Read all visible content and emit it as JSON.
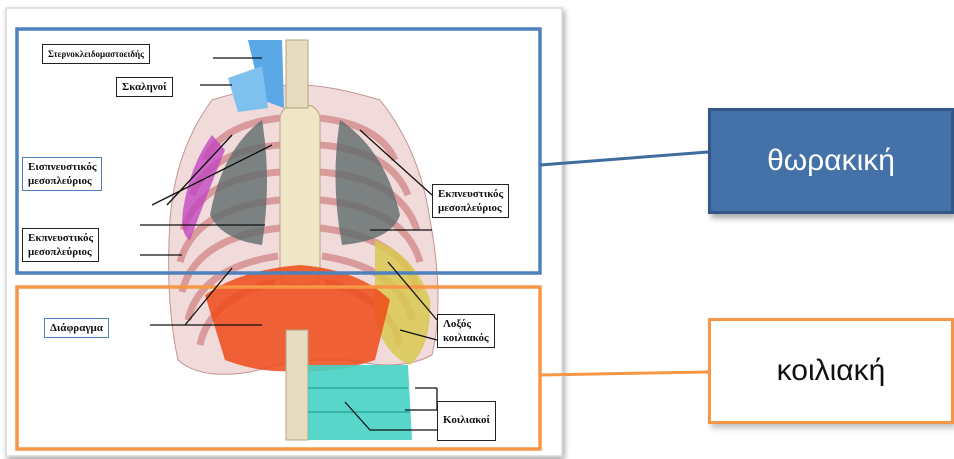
{
  "labels": {
    "sternocleidomastoid": "Στερνοκλειδομαστοειδής",
    "scalenes": "Σκαληνοί",
    "inspiratory_intercostal_line1": "Εισπνευστικός",
    "inspiratory_intercostal_line2": "μεσοπλεύριος",
    "expiratory_intercostal_left_line1": "Εκπνευστικός",
    "expiratory_intercostal_left_line2": "μεσοπλεύριος",
    "expiratory_intercostal_right_line1": "Εκπνευστικός",
    "expiratory_intercostal_right_line2": "μεσοπλεύριος",
    "diaphragm": "Διάφραγμα",
    "oblique_line1": "Λοξός",
    "oblique_line2": "κοιλιακός",
    "abdominals": "Κοιλιακοί"
  },
  "side_labels": {
    "thoracic": "θωρακική",
    "abdominal": "κοιλιακή"
  },
  "colors": {
    "thoracic_region": "#4f81bd",
    "thoracic_fill": "#4472a8",
    "abdominal_region": "#f79646",
    "abdominal_fill": "#ffffff",
    "scalene_blue": "#5aa9e6",
    "inspiratory_magenta": "#c040c0",
    "expiratory_gray": "#5f6b6b",
    "diaphragm_orange": "#ee4a1a",
    "oblique_yellow": "#d9c850",
    "abdominal_cyan": "#46d1c4",
    "rib_pink": "#e8a8a8"
  }
}
